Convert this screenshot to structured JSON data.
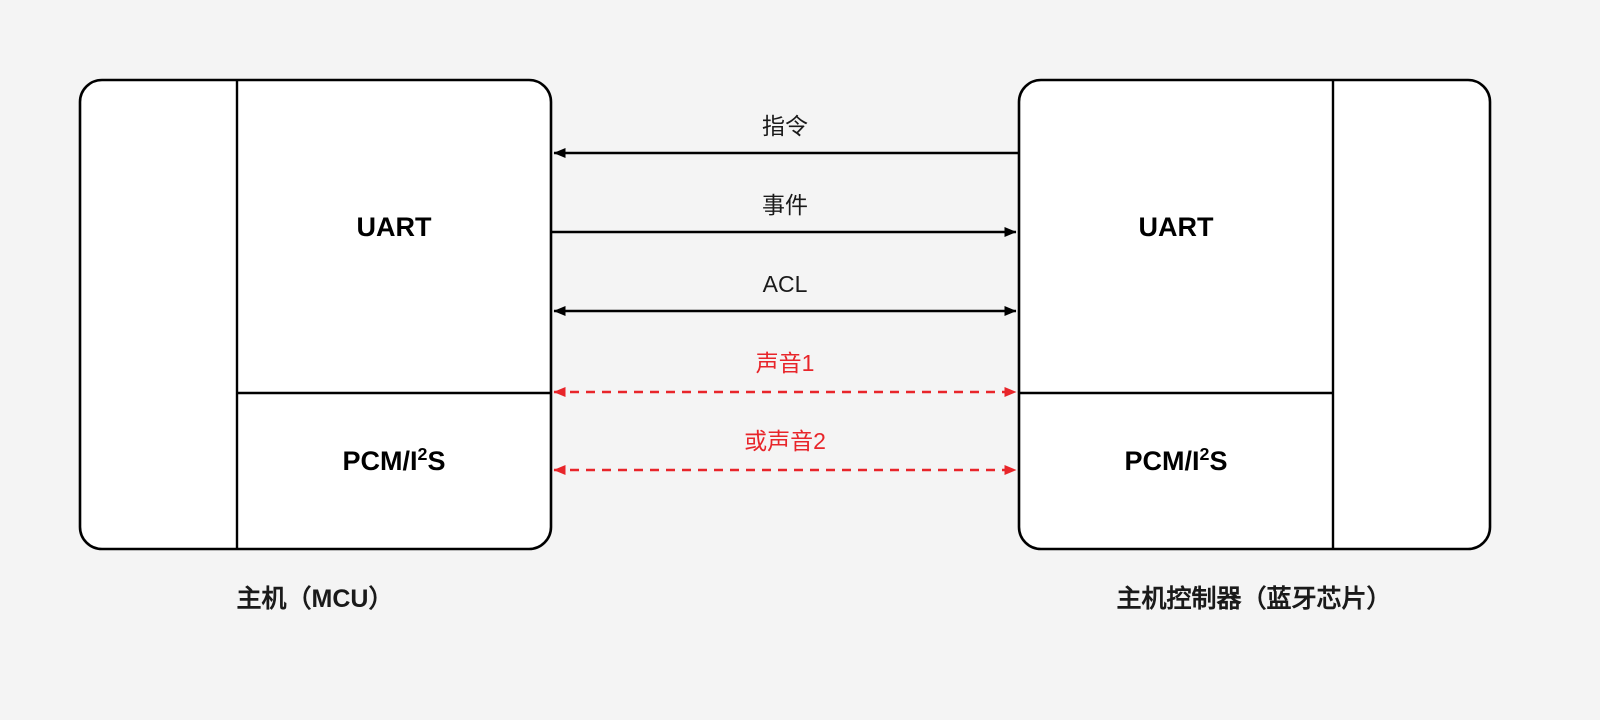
{
  "diagram": {
    "background_color": "#f4f4f4",
    "line_color": "#000000",
    "accent_color": "#e8252a",
    "left_box": {
      "caption": "主机（MCU）",
      "modules": [
        {
          "label_main": "UART",
          "label_sup": ""
        },
        {
          "label_main": "PCM/I",
          "label_sup": "2",
          "label_tail": "S"
        }
      ]
    },
    "right_box": {
      "caption": "主机控制器（蓝牙芯片）",
      "modules": [
        {
          "label_main": "UART",
          "label_sup": ""
        },
        {
          "label_main": "PCM/I",
          "label_sup": "2",
          "label_tail": "S"
        }
      ]
    },
    "connections": [
      {
        "label": "指令",
        "direction": "left",
        "style": "solid",
        "color": "#000000"
      },
      {
        "label": "事件",
        "direction": "right",
        "style": "solid",
        "color": "#000000"
      },
      {
        "label": "ACL",
        "direction": "both",
        "style": "solid",
        "color": "#000000"
      },
      {
        "label": "声音1",
        "direction": "both",
        "style": "dashed",
        "color": "#e8252a"
      },
      {
        "label": "或声音2",
        "direction": "both",
        "style": "dashed",
        "color": "#e8252a"
      }
    ]
  }
}
